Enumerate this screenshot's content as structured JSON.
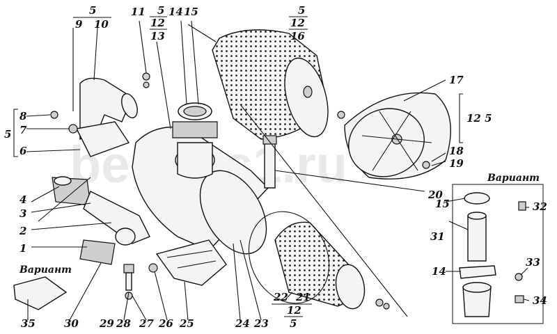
{
  "watermark": "belarus1.ru",
  "variant_titles": [
    "Вариант",
    "Вариант"
  ],
  "labels": {
    "l1": "1",
    "l2": "2",
    "l3": "3",
    "l4": "4",
    "l5": "5",
    "l6": "6",
    "l7": "7",
    "l8": "8",
    "l11": "11",
    "l14a": "14",
    "l15a": "15",
    "l17": "17",
    "l18": "18",
    "l19": "19",
    "l20": "20",
    "l23": "23",
    "l24": "24",
    "l25": "25",
    "l26": "26",
    "l27": "27",
    "l28": "28",
    "l29": "29",
    "l30": "30",
    "l35": "35",
    "v_l15": "15",
    "v_l31": "31",
    "v_l14": "14",
    "v_l32": "32",
    "v_l33": "33",
    "v_l34": "34",
    "l12_5": "12 5"
  },
  "fractions": {
    "f1": {
      "top": "5",
      "bottom": "9",
      "extra": "10"
    },
    "f2": {
      "top": "5",
      "mid": "12",
      "bottom": "13"
    },
    "f3": {
      "top": "5",
      "mid": "12",
      "bottom": "16"
    },
    "f4": {
      "left1": "22",
      "left2": "21",
      "mid": "12",
      "bottom": "5"
    }
  }
}
